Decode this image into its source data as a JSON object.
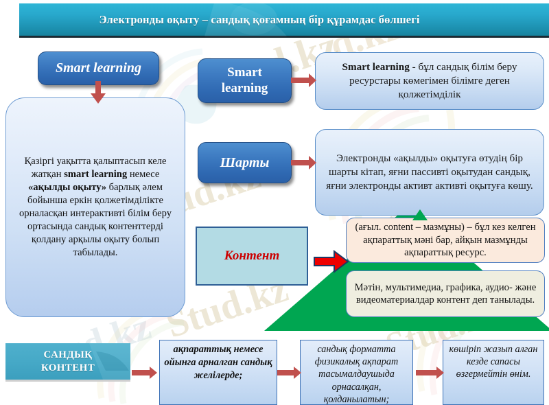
{
  "slide": {
    "title": "Электронды оқыту – сандық қоғамның бір құрамдас бөлшегі",
    "accent_title_bg": "#28a8cc",
    "accent_chip_bg": "#3c79c0",
    "accent_red": "#cc0000",
    "accent_green": "#00a651",
    "watermark": "Stud.kz"
  },
  "chips": {
    "smart_learning_main": "Smart learning",
    "smart_learning_row": "Smart\nlearning",
    "sharty": "Шарты",
    "kontent": "Контент"
  },
  "panels": {
    "definition_pre": "Қазіргі уақытта қалыптасып келе жатқан ",
    "definition_b1": "smart learning",
    "definition_mid": " немесе ",
    "definition_b2": "«ақылды оқыту»",
    "definition_post": " барлық әлем бойынша еркін қолжетімділікте орналасқан интерактивті білім беру ортасында сандық контенттерді қолдану арқылы оқыту болып табылады.",
    "smart_learning_def_b": "Smart learning",
    "smart_learning_def_rest": "  - бұл сандық білім беру ресурстары көмегімен білімге деген қолжетімділік",
    "sharty_def": "Электронды «ақылды» оқытуға өтудің бір шарты кітап, яғни пассивті  оқытудан сандық, яғни электронды активт активті оқытуға көшу.",
    "content_def": "(ағыл. content – мазмұны) – бұл кез келген ақпараттық мәні бар, айқын мазмұнды ақпараттық ресурс.",
    "content_types": "Мәтін, мультимедиа, графика, аудио- және видеоматериалдар контент деп танылады."
  },
  "bottom": {
    "banner": "САНДЫҚ\nКОНТЕНТ",
    "box1": "ақпараттық немесе ойынга арналган сандық желілерде;",
    "box2": "сандық форматта физикалық ақпарат тасымалдаушыда орнасалқан, қолданылатын;",
    "box3": "көшіріп жазып алган кезде сапасы өзгермейтін өнім."
  },
  "icons": {
    "arrow_down": "arrow-down-icon",
    "arrow_right": "arrow-right-icon",
    "arrow_up": "arrow-up-icon",
    "block_arrow_right": "block-arrow-right-icon"
  }
}
